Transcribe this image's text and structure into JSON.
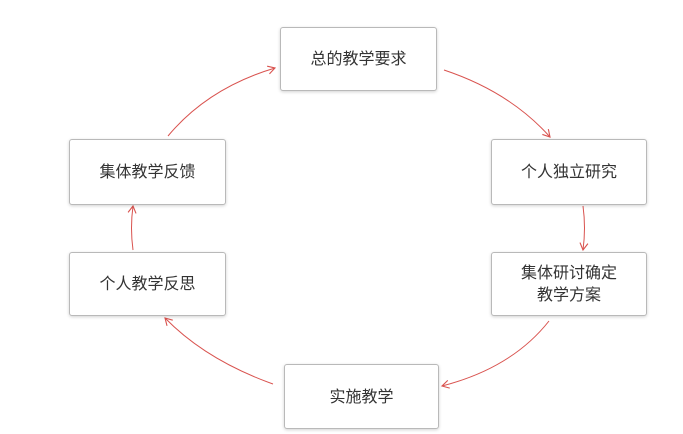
{
  "diagram": {
    "edge_color": "#d9534f",
    "nodes": {
      "goal": "总的教学要求",
      "independent": "个人独立研究",
      "collective_plan": "集体研讨确定\n教学方案",
      "implement": "实施教学",
      "reflection": "个人教学反思",
      "feedback": "集体教学反馈"
    }
  }
}
